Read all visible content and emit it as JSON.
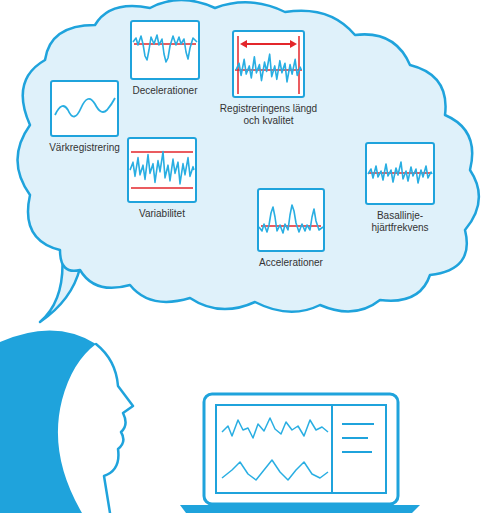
{
  "diagram": {
    "nodes": [
      {
        "text": [
          "Decelerationer"
        ]
      },
      {
        "text": [
          "Registreringens längd och kvalitet"
        ]
      },
      {
        "text": [
          "Värkregistrering"
        ]
      },
      {
        "text": [
          "Variabilitet"
        ]
      },
      {
        "text": [
          "Basallinje- hjärtfrekvens"
        ]
      },
      {
        "text": [
          "Accelerationer"
        ]
      }
    ]
  }
}
